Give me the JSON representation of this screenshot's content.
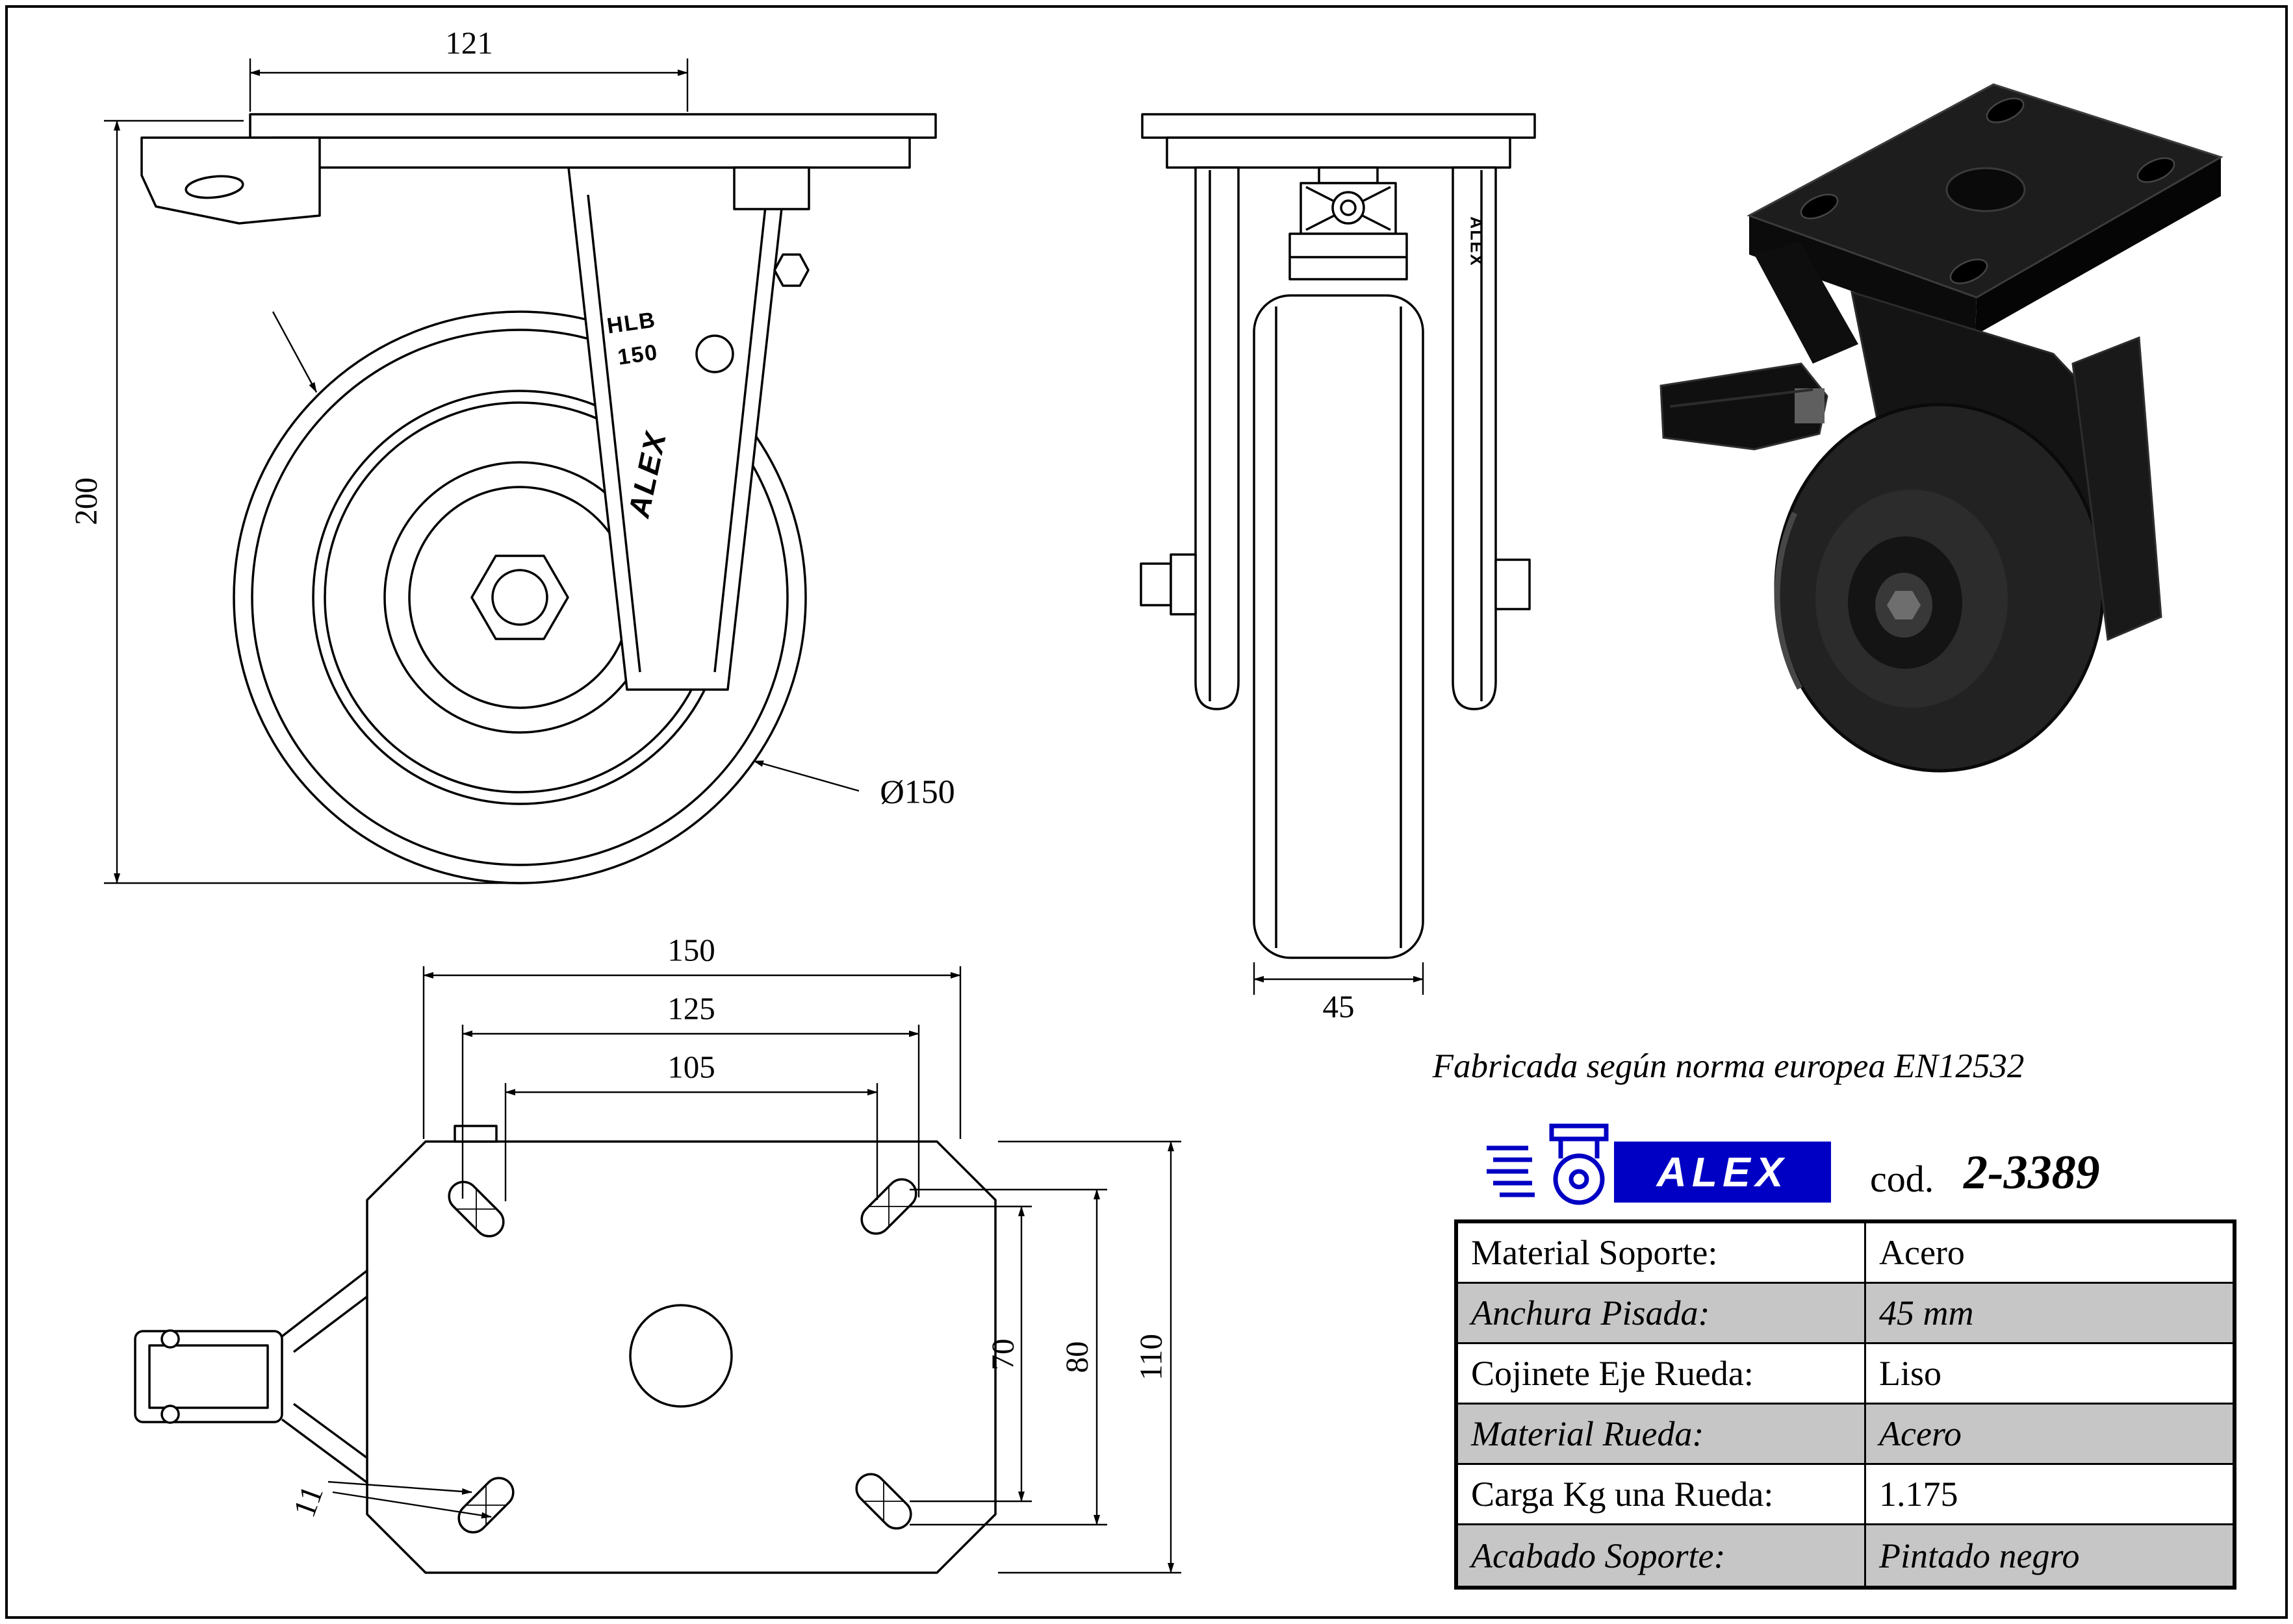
{
  "note": {
    "text": "Fabricada según norma europea EN12532"
  },
  "brand": {
    "name": "ALEX"
  },
  "code": {
    "label": "cod.",
    "value": "2-3389"
  },
  "front_view": {
    "dim_offset": "121",
    "dim_height": "200",
    "dim_wheel_diameter": "Ø150",
    "stamp_line1": "HLB",
    "stamp_line2": "150"
  },
  "side_view": {
    "dim_tread_width": "45"
  },
  "plate_view": {
    "dim_plate_width": "150",
    "dim_holes_125": "125",
    "dim_holes_105": "105",
    "dim_holes_70": "70",
    "dim_holes_80": "80",
    "dim_plate_depth": "110",
    "dim_slot_width": "11"
  },
  "spec_table": {
    "rows": [
      {
        "label": "Material Soporte:",
        "value": "Acero"
      },
      {
        "label": "Anchura Pisada:",
        "value": "45 mm"
      },
      {
        "label": "Cojinete Eje Rueda:",
        "value": "Liso"
      },
      {
        "label": "Material Rueda:",
        "value": "Acero"
      },
      {
        "label": "Carga Kg una Rueda:",
        "value": "1.175"
      },
      {
        "label": "Acabado Soporte:",
        "value": "Pintado negro"
      }
    ]
  },
  "colors": {
    "line": "#000000",
    "row_alt": "#c6c6c6",
    "brand_blue": "#0000c4",
    "background": "#ffffff"
  }
}
